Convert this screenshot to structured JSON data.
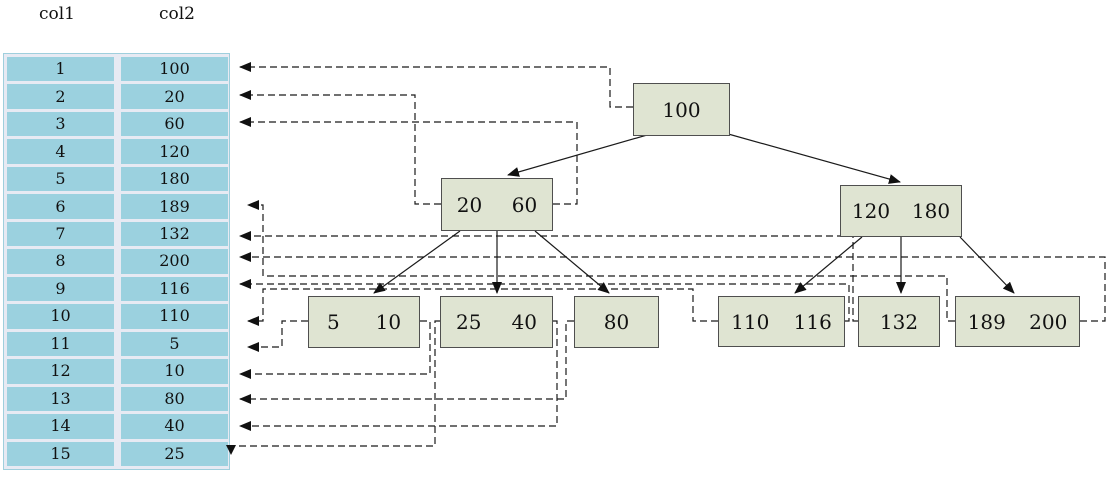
{
  "table": {
    "col_headers": [
      "col1",
      "col2"
    ],
    "rows": [
      [
        "1",
        "100"
      ],
      [
        "2",
        "20"
      ],
      [
        "3",
        "60"
      ],
      [
        "4",
        "120"
      ],
      [
        "5",
        "180"
      ],
      [
        "6",
        "189"
      ],
      [
        "7",
        "132"
      ],
      [
        "8",
        "200"
      ],
      [
        "9",
        "116"
      ],
      [
        "10",
        "110"
      ],
      [
        "11",
        "5"
      ],
      [
        "12",
        "10"
      ],
      [
        "13",
        "80"
      ],
      [
        "14",
        "40"
      ],
      [
        "15",
        "25"
      ]
    ]
  },
  "tree": {
    "nodes": {
      "root": {
        "values": [
          "100"
        ]
      },
      "internal_left": {
        "values": [
          "20",
          "60"
        ]
      },
      "internal_right": {
        "values": [
          "120",
          "180"
        ]
      },
      "leaf_5_10": {
        "values": [
          "5",
          "10"
        ]
      },
      "leaf_25_40": {
        "values": [
          "25",
          "40"
        ]
      },
      "leaf_80": {
        "values": [
          "80"
        ]
      },
      "leaf_110_116": {
        "values": [
          "110",
          "116"
        ]
      },
      "leaf_132": {
        "values": [
          "132"
        ]
      },
      "leaf_189_200": {
        "values": [
          "189",
          "200"
        ]
      }
    }
  },
  "pointers": [
    {
      "table_row": "1",
      "value": "100",
      "source": "root"
    },
    {
      "table_row": "2",
      "value": "20",
      "source": "internal_left.left"
    },
    {
      "table_row": "3",
      "value": "60",
      "source": "internal_left.right"
    },
    {
      "table_row": "6",
      "value": "189",
      "source": "leaf_189_200.left"
    },
    {
      "table_row": "7",
      "value": "132",
      "source": "leaf_132"
    },
    {
      "table_row": "8",
      "value": "200",
      "source": "leaf_189_200.right"
    },
    {
      "table_row": "9",
      "value": "116",
      "source": "leaf_110_116.right"
    },
    {
      "table_row": "10",
      "value": "110",
      "source": "leaf_110_116.left"
    },
    {
      "table_row": "11",
      "value": "5",
      "source": "leaf_5_10.left"
    },
    {
      "table_row": "12",
      "value": "10",
      "source": "leaf_5_10.right"
    },
    {
      "table_row": "13",
      "value": "80",
      "source": "leaf_80"
    },
    {
      "table_row": "14",
      "value": "40",
      "source": "leaf_25_40.right"
    },
    {
      "table_row": "15",
      "value": "25",
      "source": "leaf_25_40.left"
    }
  ],
  "colors": {
    "table_cell": "#9bd1df",
    "table_gap": "#e7eaf3",
    "node_fill": "#dfe4d2",
    "node_border": "#4f4f4f",
    "line": "#1a1a1a"
  }
}
